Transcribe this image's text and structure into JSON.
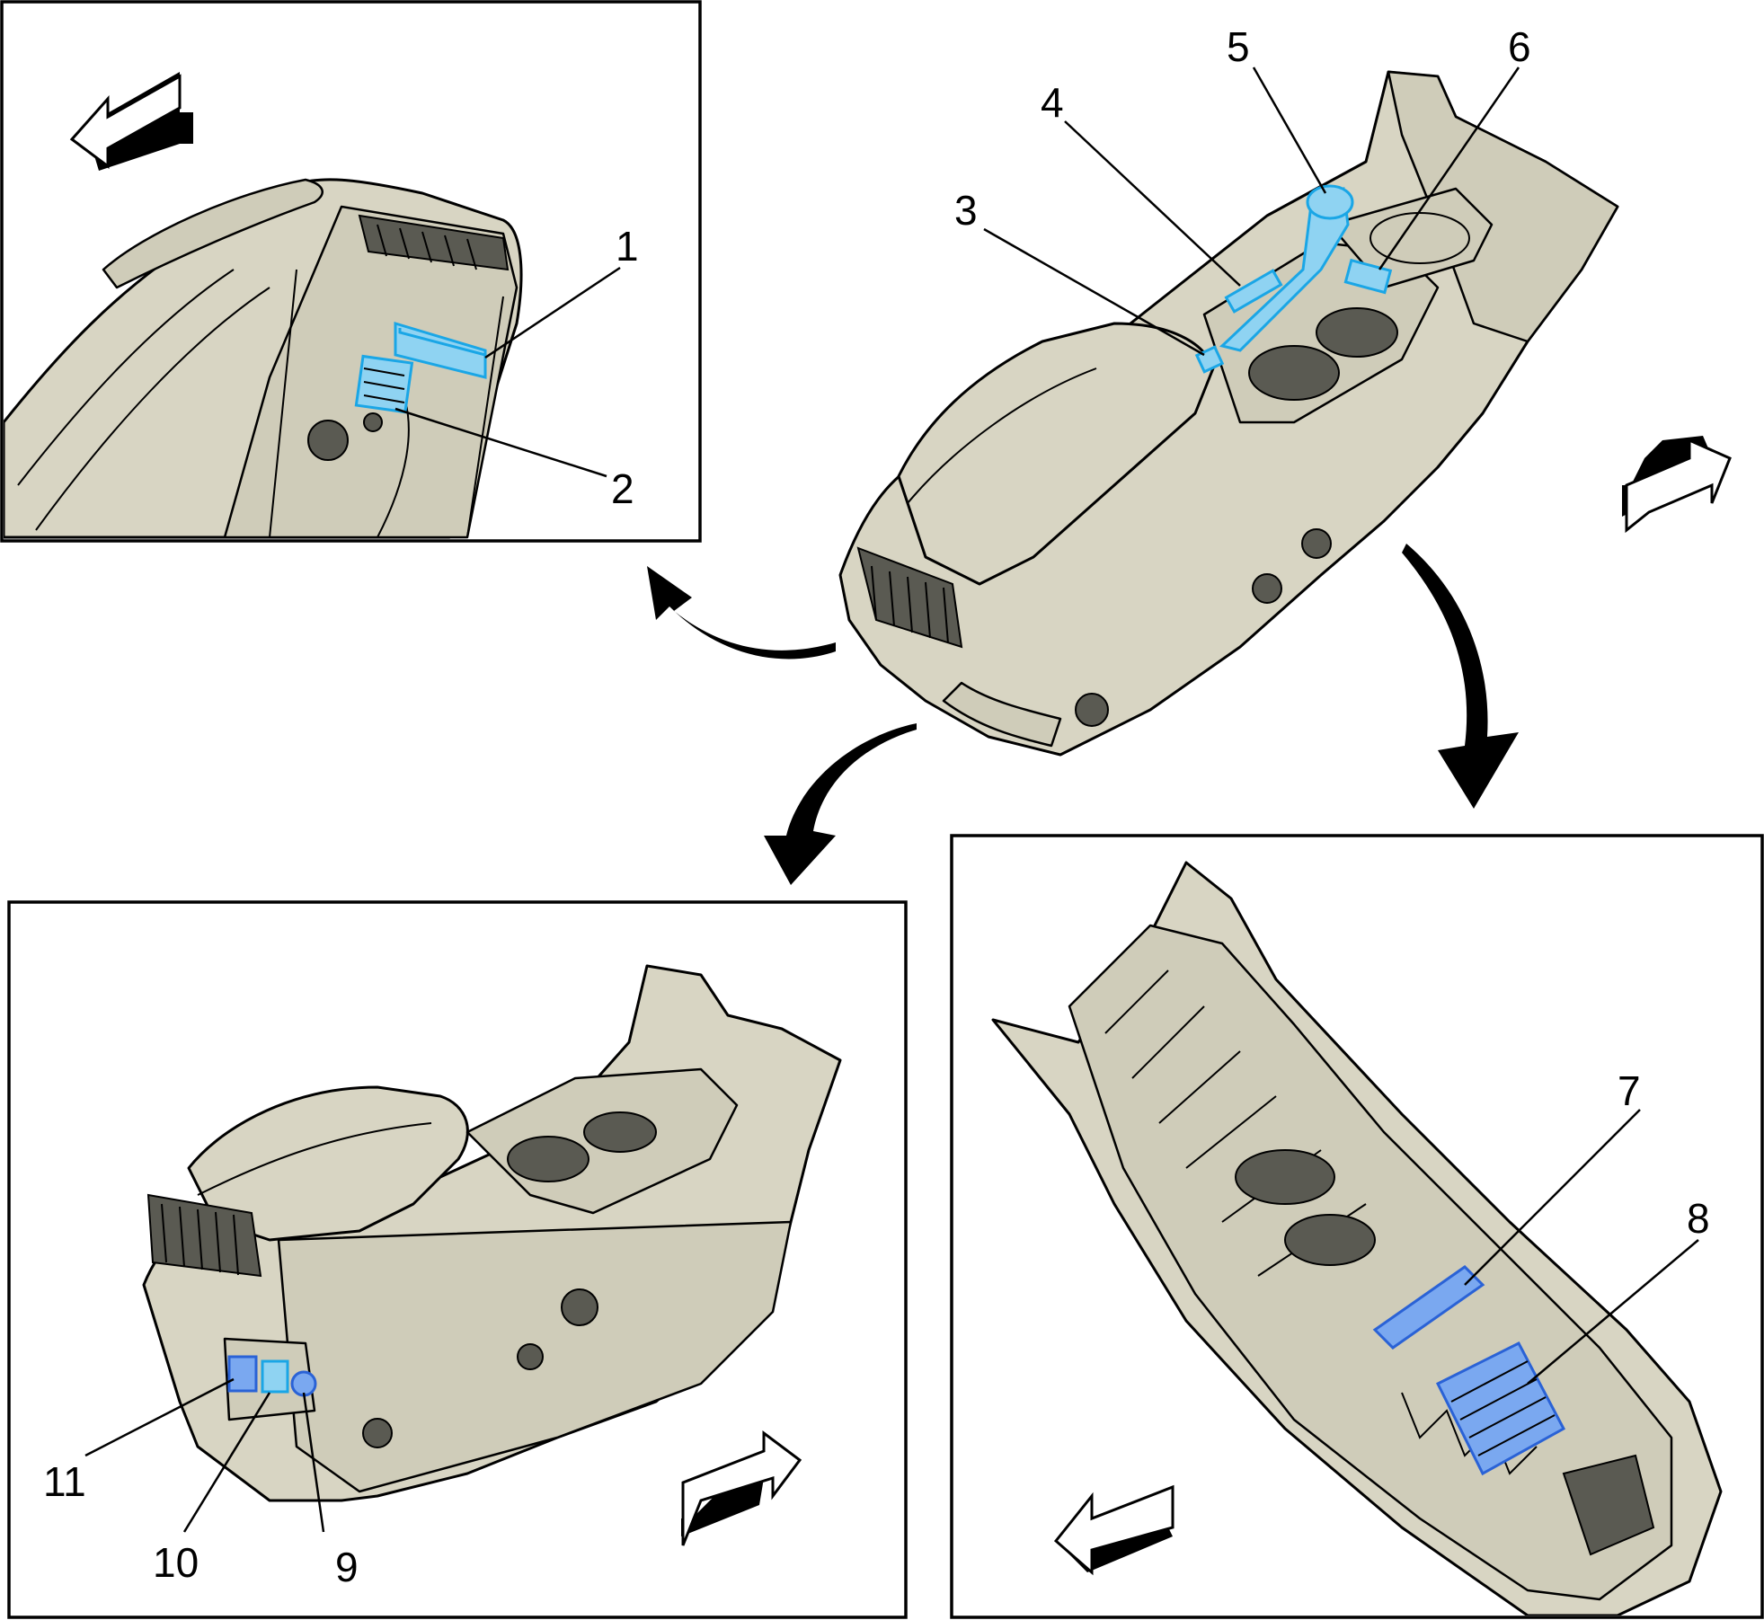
{
  "callouts": [
    {
      "id": "c1",
      "label": "1"
    },
    {
      "id": "c2",
      "label": "2"
    },
    {
      "id": "c3",
      "label": "3"
    },
    {
      "id": "c4",
      "label": "4"
    },
    {
      "id": "c5",
      "label": "5"
    },
    {
      "id": "c6",
      "label": "6"
    },
    {
      "id": "c7",
      "label": "7"
    },
    {
      "id": "c8",
      "label": "8"
    },
    {
      "id": "c9",
      "label": "9"
    },
    {
      "id": "c10",
      "label": "10"
    },
    {
      "id": "c11",
      "label": "11"
    }
  ],
  "panels": [
    "top-left-detail",
    "bottom-left-detail",
    "bottom-right-detail",
    "main-console-view"
  ],
  "colors": {
    "console_body": "#d8d5c3",
    "highlight_light_blue": "#8fd3f2",
    "highlight_blue": "#7aa8f0",
    "outline": "#000000"
  },
  "icons": [
    "direction-arrow-icon",
    "curved-pointer-arrow-icon"
  ]
}
